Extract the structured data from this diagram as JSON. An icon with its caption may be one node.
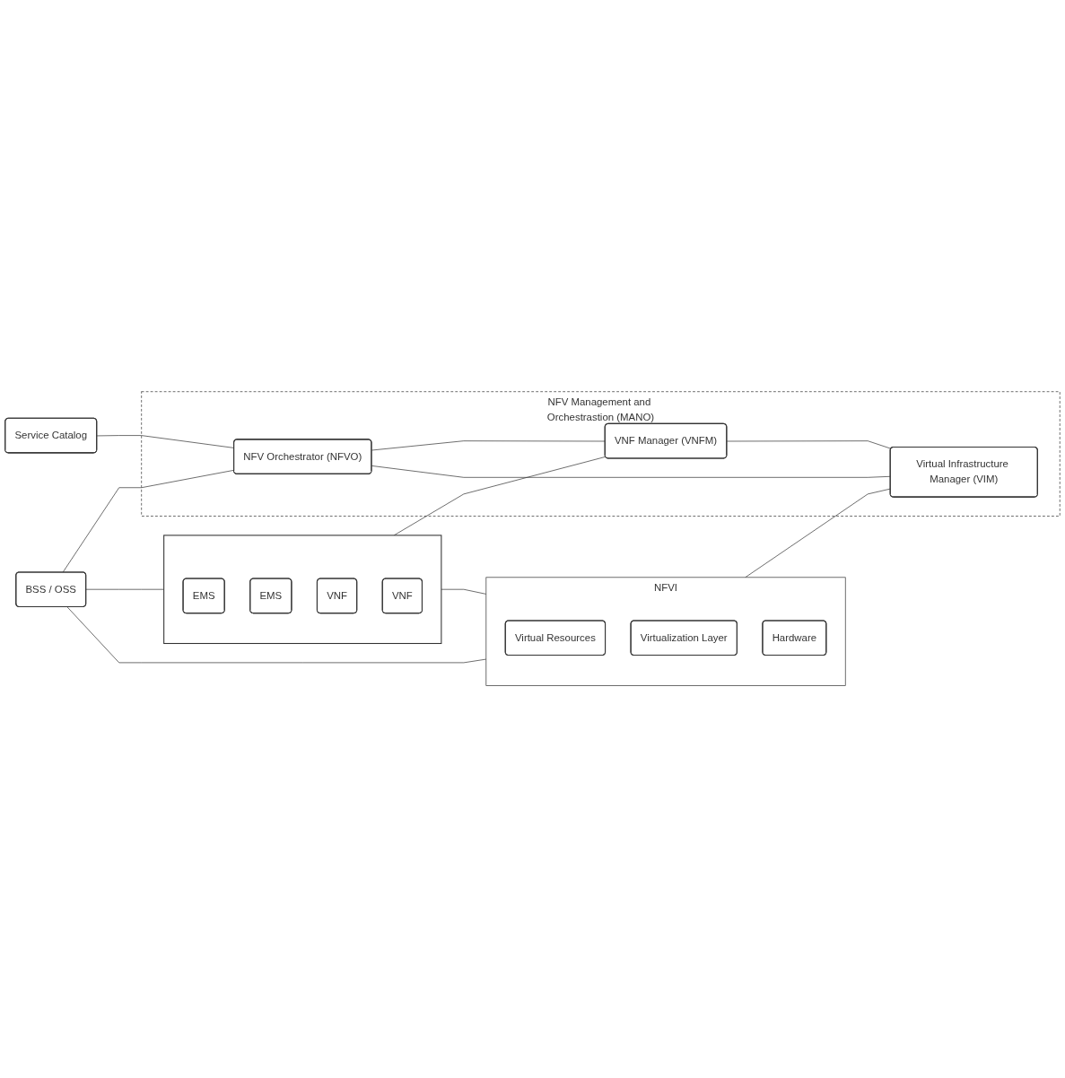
{
  "diagram": {
    "nodes": [
      {
        "text": [
          "NFV Management and Orchestrastion (MANO)"
        ]
      },
      {
        "text": [
          "BSS / OSS"
        ]
      },
      {
        "text": [
          "NFV Orchestrator (NFVO)"
        ],
        "in": 0
      },
      {
        "text": [
          "Service Catalog"
        ]
      },
      {
        "text": [],
        "shape": "box"
      },
      {
        "text": [
          "EMS"
        ],
        "in": 4
      },
      {
        "text": [
          "EMS"
        ],
        "in": 4
      },
      {
        "text": [
          "VNF"
        ],
        "in": 4
      },
      {
        "text": [
          "VNF"
        ],
        "in": 4
      },
      {
        "text": [
          "VNF Manager (VNFM)"
        ],
        "in": 0
      },
      {
        "text": [
          "NFVI"
        ]
      },
      {
        "text": [
          "Virtual Resources"
        ],
        "in": 10
      },
      {
        "text": [
          "Virtualization Layer"
        ],
        "in": 10
      },
      {
        "text": [
          "Hardware"
        ],
        "in": 10
      },
      {
        "text": [
          "Virtual Infrastructure Manager (VIM)"
        ],
        "in": 0
      }
    ],
    "edges": [
      {
        "from": 1,
        "to": 2,
        "arrow": "none"
      },
      {
        "from": 1,
        "to": 4,
        "arrow": "none"
      },
      {
        "from": 1,
        "to": 10,
        "arrow": "none"
      },
      {
        "from": 3,
        "to": 2,
        "arrow": "none"
      },
      {
        "from": 2,
        "to": 9,
        "arrow": "none"
      },
      {
        "from": 4,
        "to": 9,
        "arrow": "none"
      },
      {
        "from": 4,
        "to": 10,
        "arrow": "none"
      },
      {
        "from": 9,
        "to": 14,
        "arrow": "none"
      },
      {
        "from": 10,
        "to": 14,
        "arrow": "none"
      },
      {
        "from": 2,
        "to": 14,
        "arrow": "none"
      }
    ]
  }
}
